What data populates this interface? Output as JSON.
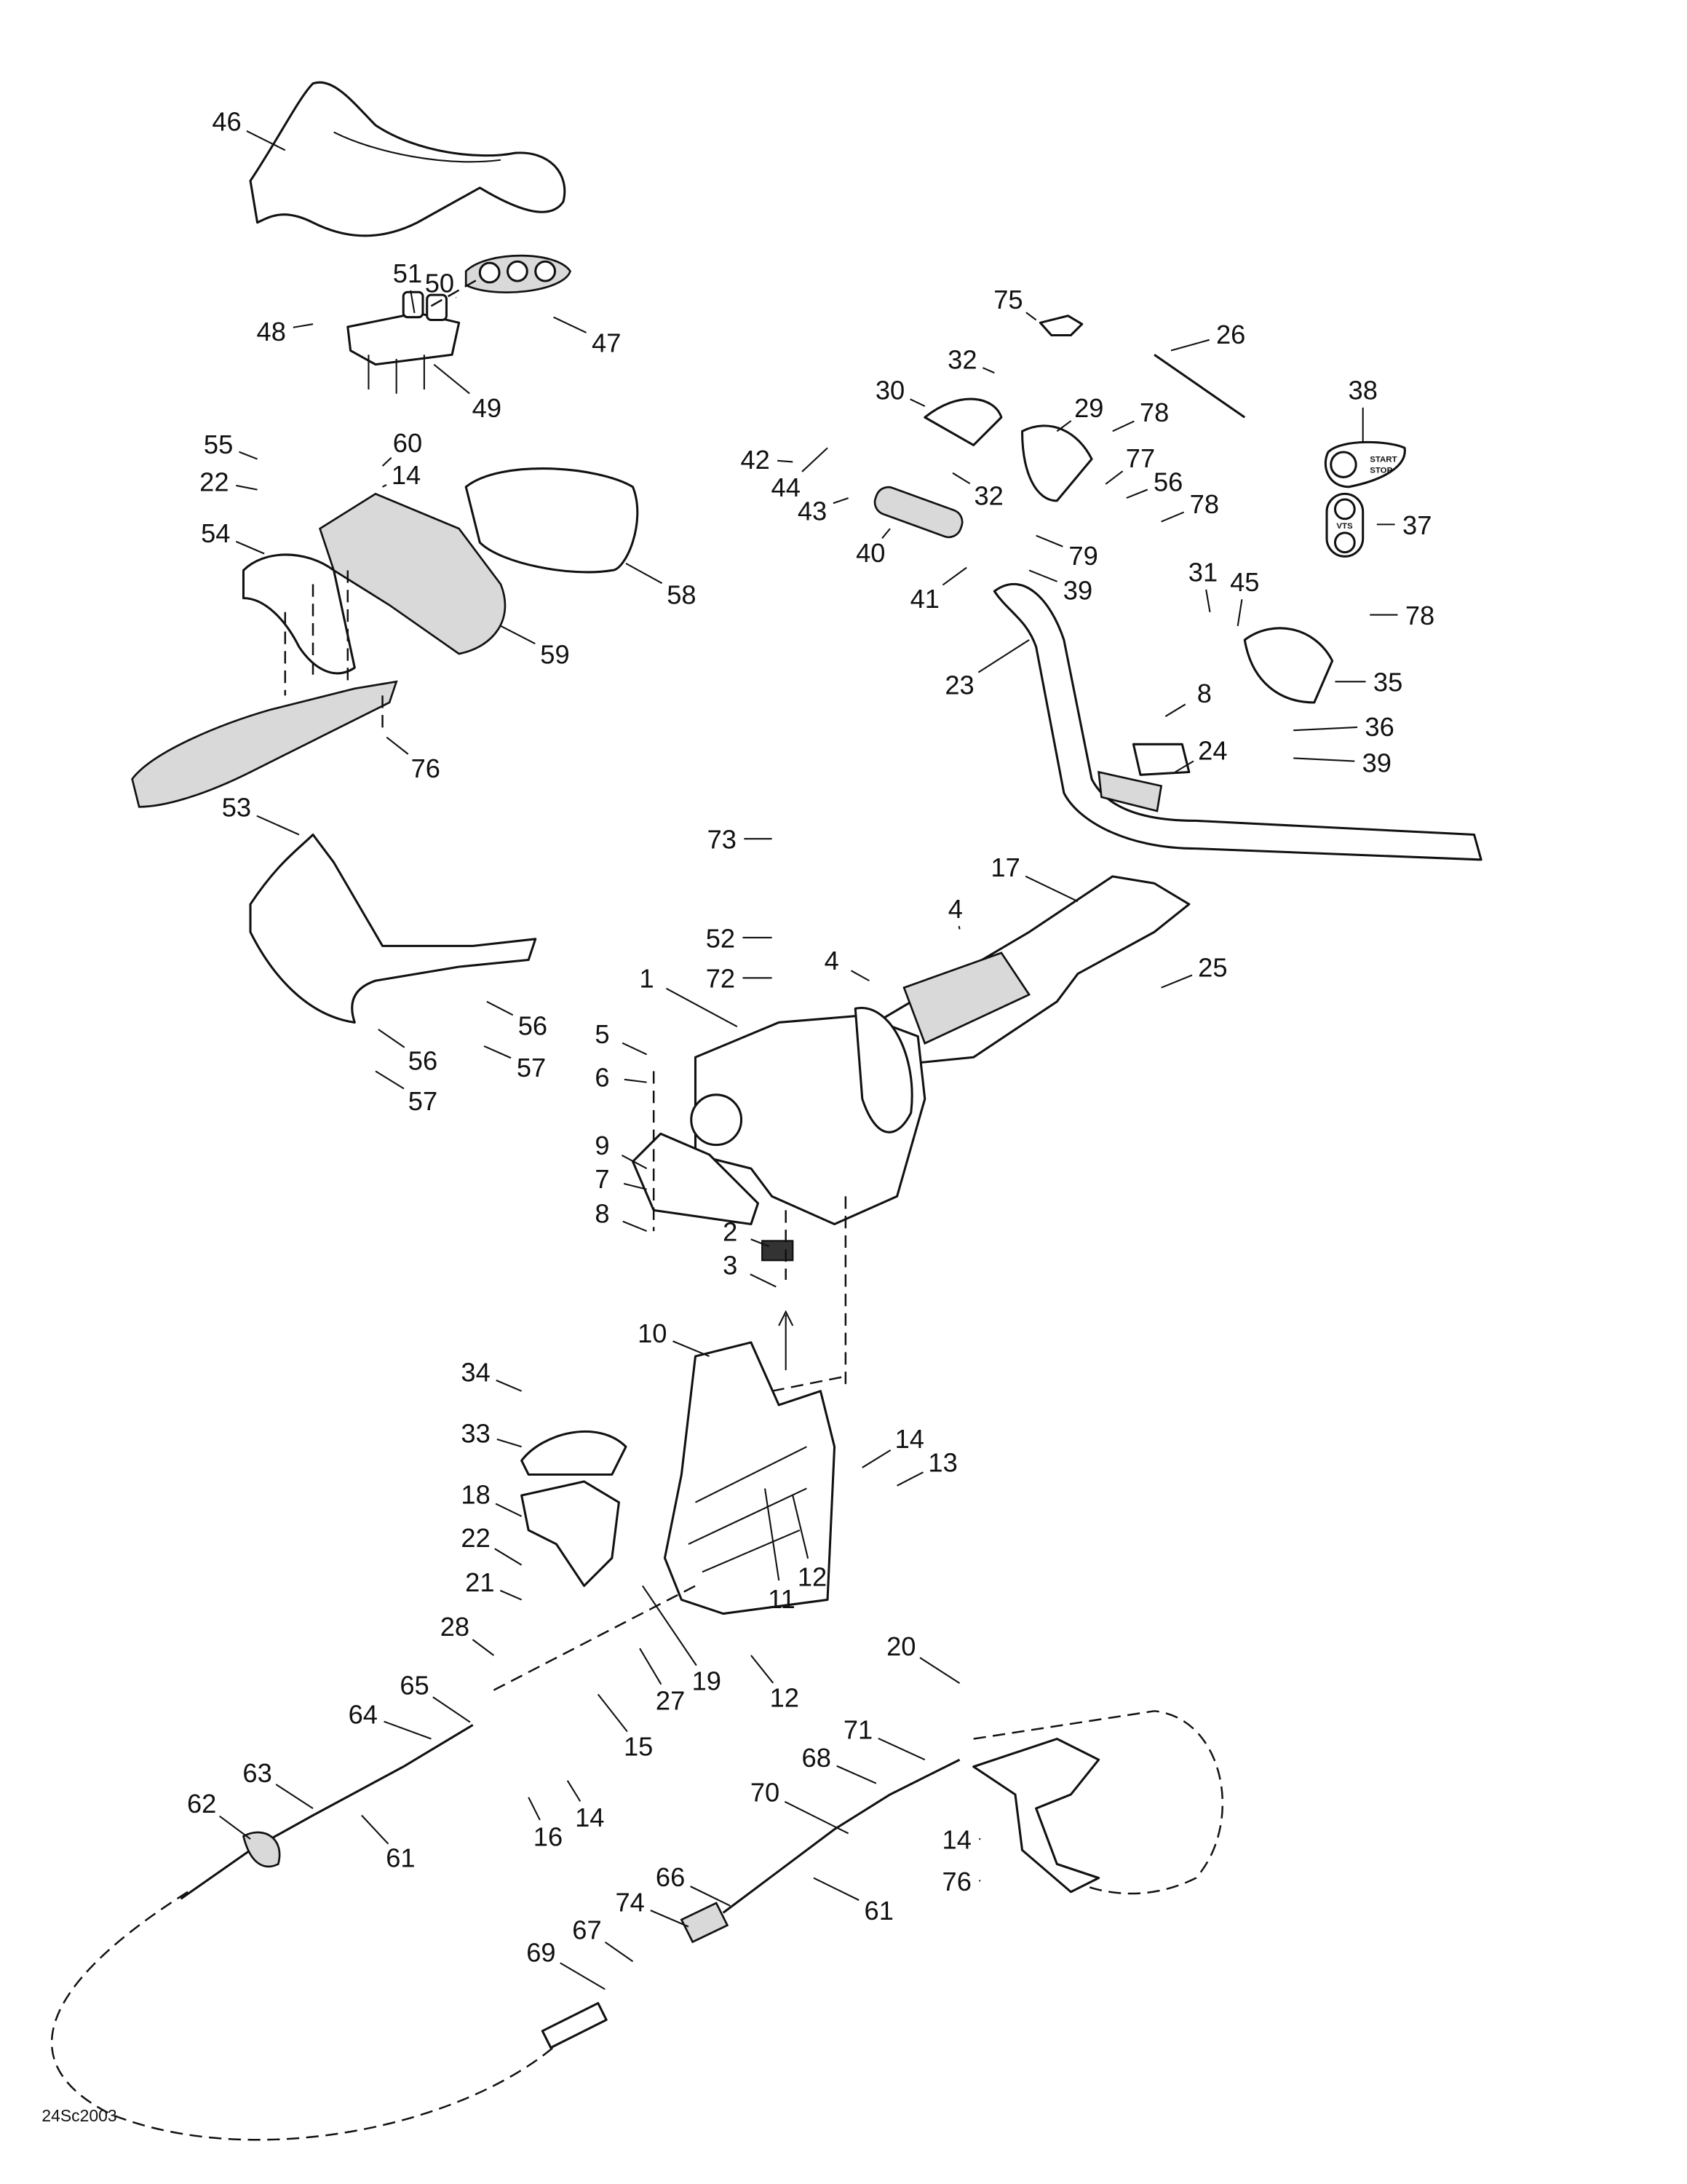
{
  "diagram": {
    "figure_code": "24Sc2003",
    "start_stop_button": {
      "top_text": "START",
      "bottom_text": "STOP"
    },
    "vts_button": {
      "text": "VTS"
    },
    "callouts": [
      "46",
      "51",
      "50",
      "47",
      "48",
      "49",
      "55",
      "22",
      "60",
      "14",
      "54",
      "58",
      "59",
      "76",
      "53",
      "56",
      "57",
      "56",
      "57",
      "75",
      "26",
      "32",
      "30",
      "29",
      "78",
      "42",
      "44",
      "43",
      "32",
      "77",
      "56",
      "78",
      "40",
      "79",
      "39",
      "41",
      "38",
      "37",
      "31",
      "45",
      "78",
      "23",
      "35",
      "8",
      "36",
      "24",
      "39",
      "17",
      "73",
      "4",
      "4",
      "52",
      "72",
      "25",
      "1",
      "5",
      "6",
      "9",
      "7",
      "8",
      "2",
      "3",
      "10",
      "34",
      "33",
      "14",
      "13",
      "18",
      "22",
      "12",
      "11",
      "21",
      "28",
      "19",
      "27",
      "12",
      "20",
      "65",
      "64",
      "15",
      "71",
      "68",
      "63",
      "70",
      "62",
      "14",
      "16",
      "61",
      "14",
      "66",
      "74",
      "61",
      "76",
      "67",
      "69"
    ]
  }
}
